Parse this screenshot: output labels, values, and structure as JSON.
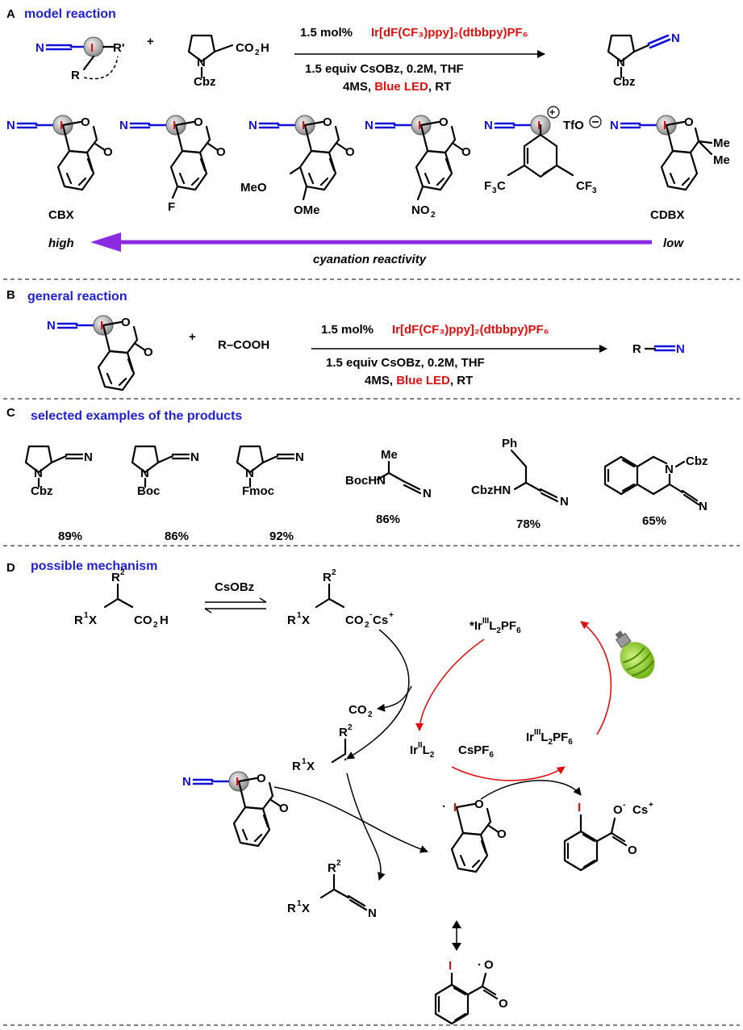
{
  "colors": {
    "blue": "#1010d8",
    "red": "#e01010",
    "purple": "#8a2be2",
    "green": "#7ac21a"
  },
  "section_a": {
    "letter": "A",
    "heading": "model reaction",
    "reagent_sub": "R'",
    "reagent_r": "R",
    "acid_group": "CO",
    "acid_sub": "2",
    "acid_h": "H",
    "product_n": "N",
    "protecting": "Cbz",
    "catalyst_loading": "1.5 mol%",
    "catalyst": "Ir[dF(CF₃)ppy]₂(dtbbpy)PF₆",
    "conditions_line1": "1.5 equiv CsOBz, 0.2M, THF",
    "conditions_line2_prefix": "4MS, ",
    "conditions_light": "Blue LED",
    "conditions_line2_suffix": ", RT",
    "reagents": [
      {
        "label": "CBX",
        "substituent": ""
      },
      {
        "label": "",
        "substituent": "F"
      },
      {
        "label": "",
        "substituent": "MeO / OMe"
      },
      {
        "label": "",
        "substituent": "NO2"
      },
      {
        "label": "",
        "substituent": "F3C / CF3",
        "counterion": "TfO"
      },
      {
        "label": "CDBX",
        "substituent": "Me / Me"
      }
    ],
    "reactivity_high": "high",
    "reactivity_low": "low",
    "reactivity_caption": "cyanation reactivity"
  },
  "section_b": {
    "letter": "B",
    "heading": "general reaction",
    "plus": "+",
    "acid": "R–COOH",
    "product_r": "R",
    "product_n": "N",
    "catalyst_loading": "1.5 mol%",
    "catalyst": "Ir[dF(CF₃)ppy]₂(dtbbpy)PF₆",
    "conditions_line1": "1.5 equiv CsOBz, 0.2M, THF",
    "conditions_line2_prefix": "4MS, ",
    "conditions_light": "Blue LED",
    "conditions_line2_suffix": ", RT"
  },
  "section_c": {
    "letter": "C",
    "heading": "selected examples of the products",
    "products": [
      {
        "group": "Cbz",
        "yield": "89%"
      },
      {
        "group": "Boc",
        "yield": "86%"
      },
      {
        "group": "Fmoc",
        "yield": "92%"
      },
      {
        "group": "BocHN",
        "side": "Me",
        "yield": "86%"
      },
      {
        "group": "CbzHN",
        "side": "Ph",
        "yield": "78%"
      },
      {
        "group": "Cbz",
        "yield": "65%"
      }
    ]
  },
  "section_d": {
    "letter": "D",
    "heading": "possible mechanism",
    "base": "CsOBz",
    "co2": "CO",
    "co2_sub": "2",
    "r2": "R",
    "r2_sup": "2",
    "r1x": "R",
    "r1x_sup": "1",
    "r1x_x": "X",
    "acid": "CO",
    "acid_sub": "2",
    "acid_h": "H",
    "carboxylate_cs": "Cs",
    "excited_cat": "*Ir",
    "cat_ox": "III",
    "cat_ligand": "L",
    "cat_ligand_sub": "2",
    "cat_counter": "PF",
    "cat_counter_sub": "6",
    "reduced_cat": "Ir",
    "reduced_ox": "II",
    "cspf6": "CsPF",
    "cspf6_sub": "6",
    "iodo": "I",
    "oxy": "O",
    "cs_cation": "Cs",
    "nitrile_n": "N"
  }
}
